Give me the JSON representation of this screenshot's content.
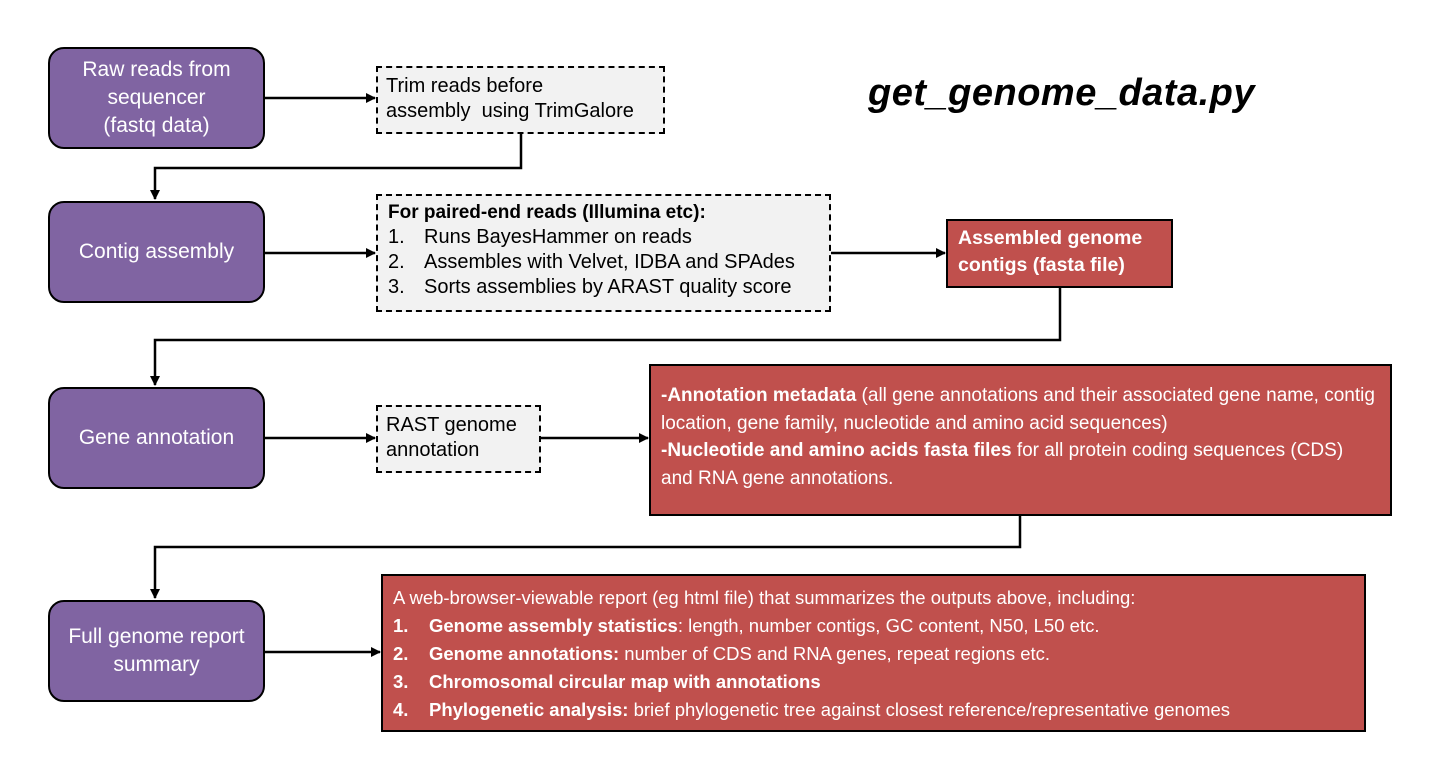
{
  "title": "get_genome_data.py",
  "stages": {
    "raw_reads": "Raw reads from\nsequencer\n(fastq data)",
    "contig_assembly": "Contig assembly",
    "gene_annotation": "Gene annotation",
    "report_summary": "Full genome report\nsummary"
  },
  "trim": {
    "line1": "Trim reads before",
    "line2": "assembly  using TrimGalore"
  },
  "assembly_steps": {
    "heading": "For paired-end reads (Illumina etc):",
    "items": [
      {
        "num": "1.",
        "text": "Runs BayesHammer on reads"
      },
      {
        "num": "2.",
        "text": "Assembles with Velvet, IDBA and SPAdes"
      },
      {
        "num": "3.",
        "text": "Sorts assemblies by ARAST quality score"
      }
    ]
  },
  "contigs_output": {
    "line1": "Assembled genome",
    "line2": "contigs (fasta file)"
  },
  "rast": {
    "line1": "RAST genome",
    "line2": "annotation"
  },
  "annotation_output": {
    "item1_bold": "-Annotation metadata",
    "item1_text": " (all gene annotations and their associated gene name, contig location, gene family, nucleotide and amino acid sequences)",
    "item2_bold": "-Nucleotide and amino acids fasta files",
    "item2_text": " for all protein coding sequences (CDS) and RNA gene annotations."
  },
  "report_output": {
    "intro": "A web-browser-viewable report (eg html file) that summarizes the outputs above, including:",
    "items": [
      {
        "num": "1.",
        "bold": "Genome assembly statistics",
        "text": ": length, number contigs, GC content, N50, L50 etc."
      },
      {
        "num": "2.",
        "bold": "Genome annotations:",
        "text": " number of CDS and RNA genes, repeat regions etc."
      },
      {
        "num": "3.",
        "bold": "Chromosomal circular map with annotations",
        "text": ""
      },
      {
        "num": "4.",
        "bold": "Phylogenetic analysis:",
        "text": " brief phylogenetic tree against closest reference/representative genomes"
      }
    ]
  },
  "colors": {
    "stage_fill": "#8064a2",
    "process_fill": "#f2f2f2",
    "output_fill": "#c0504d",
    "connector": "#000000"
  }
}
